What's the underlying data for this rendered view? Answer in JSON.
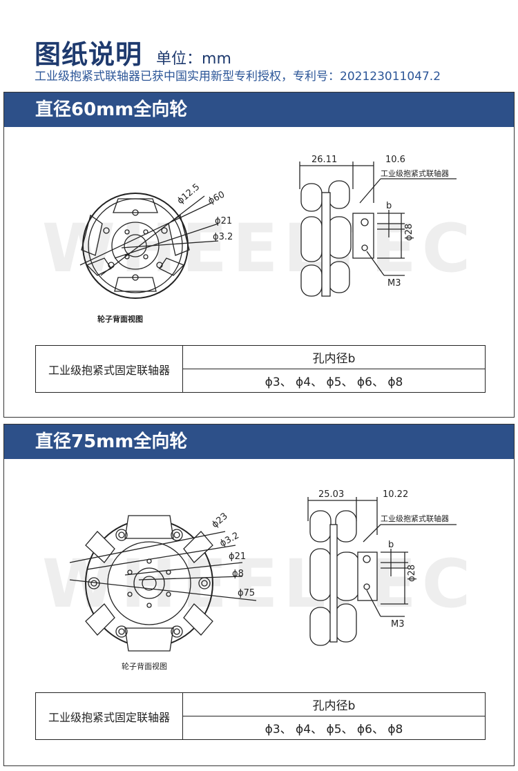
{
  "header": {
    "title": "图纸说明",
    "unit": "单位：mm",
    "patent": "工业级抱紧式联轴器已获中国实用新型专利授权，专利号：202123011047.2"
  },
  "watermark": "WHEELTEC",
  "sections": [
    {
      "title": "直径60mm全向轮",
      "caption": "轮子背面视图",
      "dims_front": [
        "ϕ12.5",
        "ϕ60",
        "ϕ21",
        "ϕ3.2"
      ],
      "dims_side": {
        "width_left": "26.11",
        "width_right": "10.6",
        "coupler": "工业级抱紧式联轴器",
        "bore": "b",
        "dia": "ϕ28",
        "screw": "M3"
      },
      "table": {
        "row_label": "工业级抱紧式固定联轴器",
        "col_header": "孔内径b",
        "values": "ϕ3、 ϕ4、 ϕ5、 ϕ6、 ϕ8"
      }
    },
    {
      "title": "直径75mm全向轮",
      "caption": "轮子背面视图",
      "dims_front": [
        "ϕ23",
        "ϕ3.2",
        "ϕ21",
        "ϕ8",
        "ϕ75"
      ],
      "dims_side": {
        "width_left": "25.03",
        "width_right": "10.22",
        "coupler": "工业级抱紧式联轴器",
        "bore": "b",
        "dia": "ϕ28",
        "screw": "M3"
      },
      "table": {
        "row_label": "工业级抱紧式固定联轴器",
        "col_header": "孔内径b",
        "values": "ϕ3、 ϕ4、 ϕ5、 ϕ6、 ϕ8"
      }
    }
  ]
}
